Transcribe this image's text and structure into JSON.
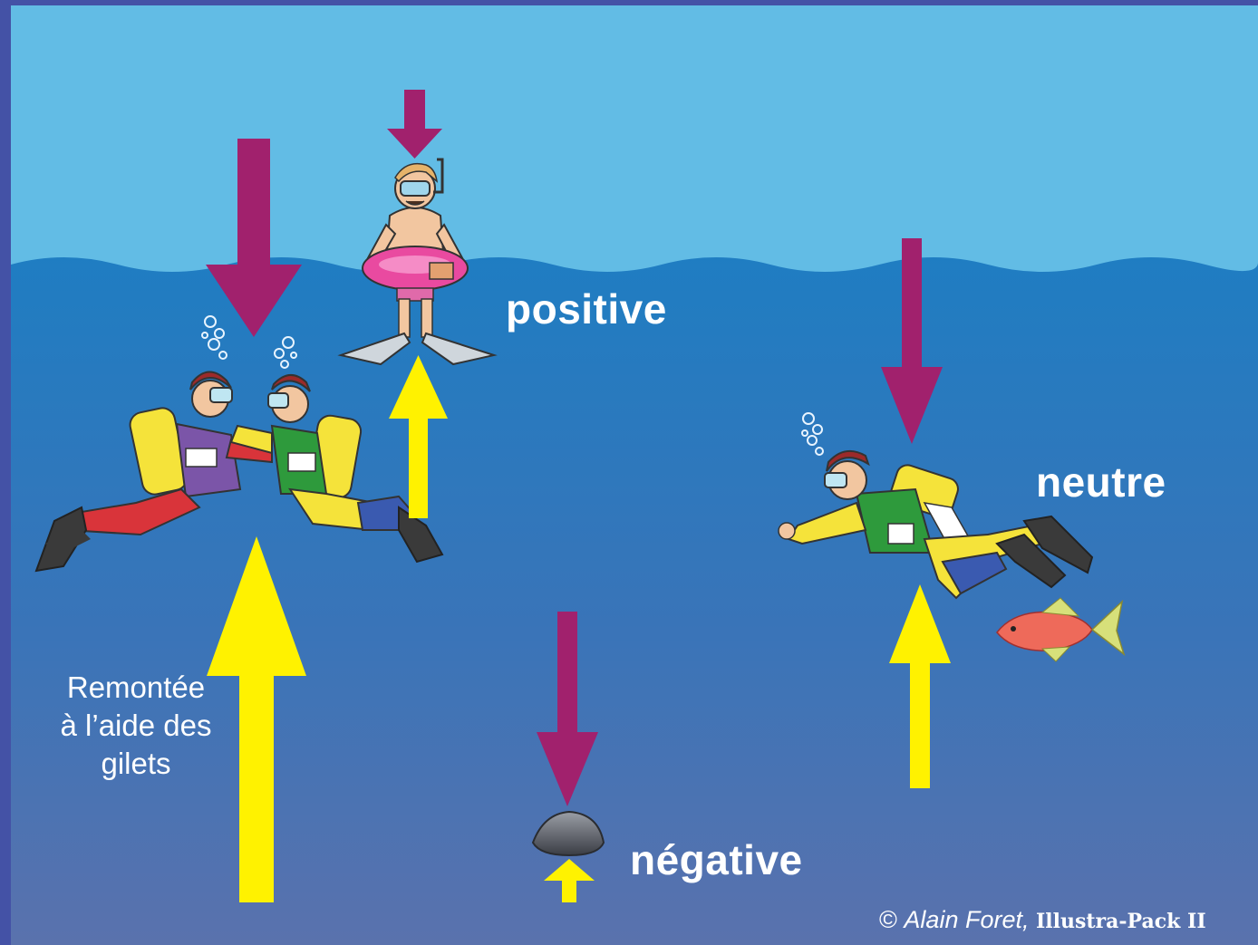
{
  "labels": {
    "positive": "positive",
    "neutre": "neutre",
    "negative": "négative",
    "remontee": [
      "Remontée",
      "à l’aide des",
      "gilets"
    ]
  },
  "credit": {
    "copyright": "©",
    "author": "Alain Foret,",
    "product": "Illustra-Pack II"
  },
  "colors": {
    "sky": "#62bce5",
    "water_top": "#1f7dc2",
    "water_bottom": "#5a72ad",
    "frame": "#4452a6",
    "down_arrow": "#a1216d",
    "up_arrow": "#fff200",
    "label_text": "#ffffff"
  },
  "icons": [
    "diver-pair-icon",
    "snorkeler-with-float-ring-icon",
    "diver-icon",
    "fish-icon",
    "rock-icon",
    "bubbles-icon"
  ]
}
